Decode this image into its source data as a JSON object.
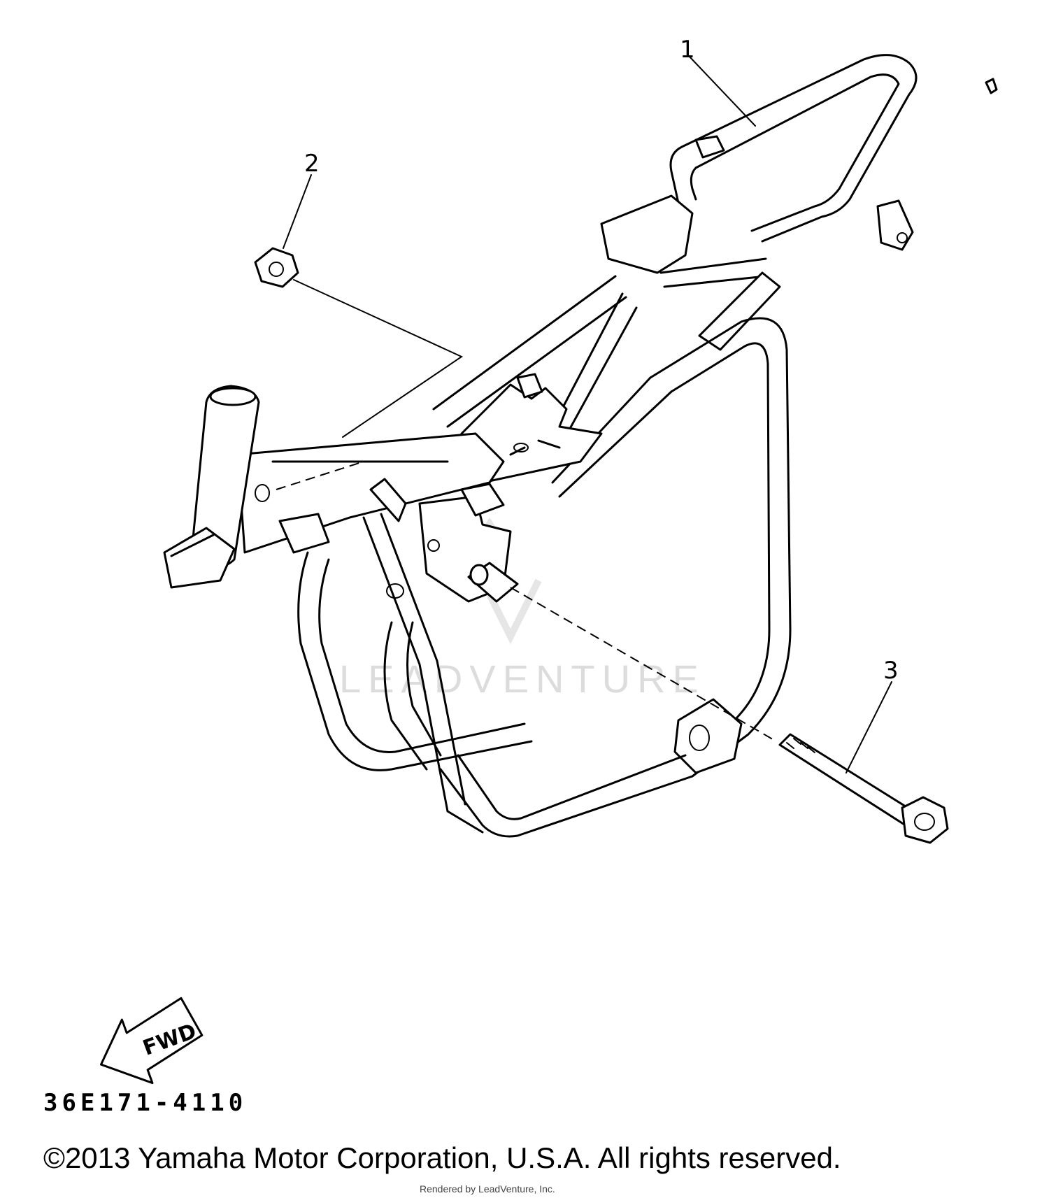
{
  "callouts": [
    {
      "id": "1",
      "label": "1"
    },
    {
      "id": "2",
      "label": "2"
    },
    {
      "id": "3",
      "label": "3"
    }
  ],
  "fwd_label": "FWD",
  "part_code": "36E171-4110",
  "watermark": "LEADVENTURE",
  "copyright": "©2013 Yamaha Motor Corporation, U.S.A. All rights reserved.",
  "rendered_by": "Rendered by LeadVenture, Inc."
}
